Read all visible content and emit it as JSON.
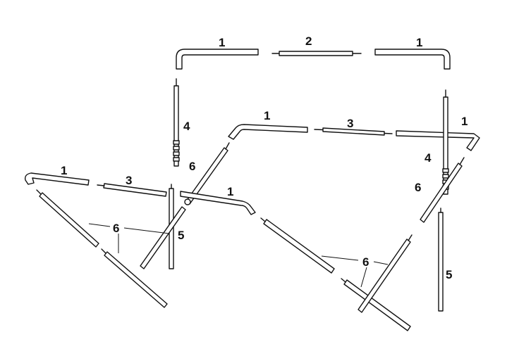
{
  "labels": {
    "top_left_corner": "1",
    "top_center": "2",
    "top_right_corner": "1",
    "upper_left_post": "4",
    "mid_left_corner": "1",
    "mid_center": "3",
    "mid_right_corner": "1",
    "right_post": "4",
    "left_brace": "6",
    "right_brace": "6",
    "lower_left_corner": "1",
    "lower_left_center": "3",
    "lower_mid_corner": "1",
    "left_leg_braces": "6",
    "left_leg": "5",
    "center_braces": "6",
    "right_leg": "5"
  },
  "colors": {
    "line": "#111111",
    "background": "#ffffff"
  }
}
